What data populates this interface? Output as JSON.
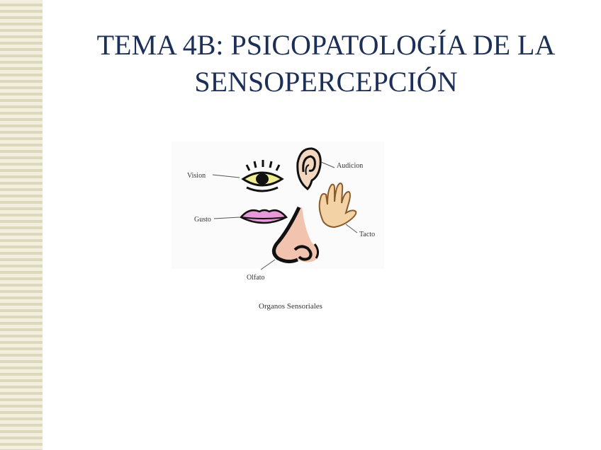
{
  "slide": {
    "title_line1": "TEMA 4B: PSICOPATOLOGÍA DE LA",
    "title_line2": "SENSOPERCEPCIÓN"
  },
  "figure": {
    "labels": {
      "vision": "Vision",
      "audicion": "Audicion",
      "gusto": "Gusto",
      "tacto": "Tacto",
      "olfato": "Olfato"
    },
    "caption": "Organos Sensoriales"
  },
  "colors": {
    "title": "#1c2f57",
    "stripe_light": "#f2efde",
    "stripe_dark": "#dcd8bc",
    "eye_yellow": "#eeee90",
    "lips_pink": "#e89ad8",
    "skin_hand": "#f3d3a6",
    "skin_nose": "#f2c4b0"
  }
}
